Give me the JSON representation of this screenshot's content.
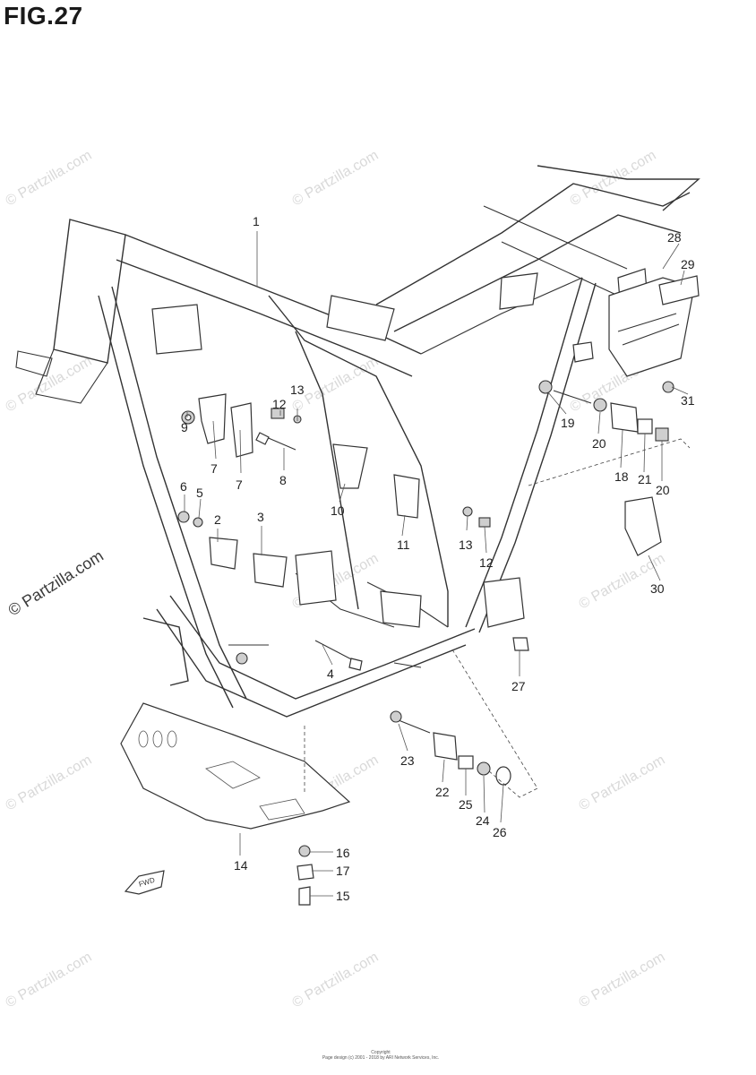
{
  "title": "FIG.27",
  "watermark": "© Partzilla.com",
  "callouts": {
    "c1": "1",
    "c2": "2",
    "c3": "3",
    "c4": "4",
    "c5": "5",
    "c6": "6",
    "c7a": "7",
    "c7b": "7",
    "c8": "8",
    "c9": "9",
    "c10": "10",
    "c11": "11",
    "c12a": "12",
    "c12b": "12",
    "c13a": "13",
    "c13b": "13",
    "c14": "14",
    "c15": "15",
    "c16": "16",
    "c17": "17",
    "c18": "18",
    "c19": "19",
    "c20a": "20",
    "c20b": "20",
    "c21": "21",
    "c22": "22",
    "c23": "23",
    "c24": "24",
    "c25": "25",
    "c26": "26",
    "c27": "27",
    "c28": "28",
    "c29": "29",
    "c30": "30",
    "c31": "31"
  },
  "fwd_label": "FWD",
  "copyright": [
    "Copyright",
    "Page design (c) 2001 - 2018 by ARI Network Services, Inc."
  ]
}
